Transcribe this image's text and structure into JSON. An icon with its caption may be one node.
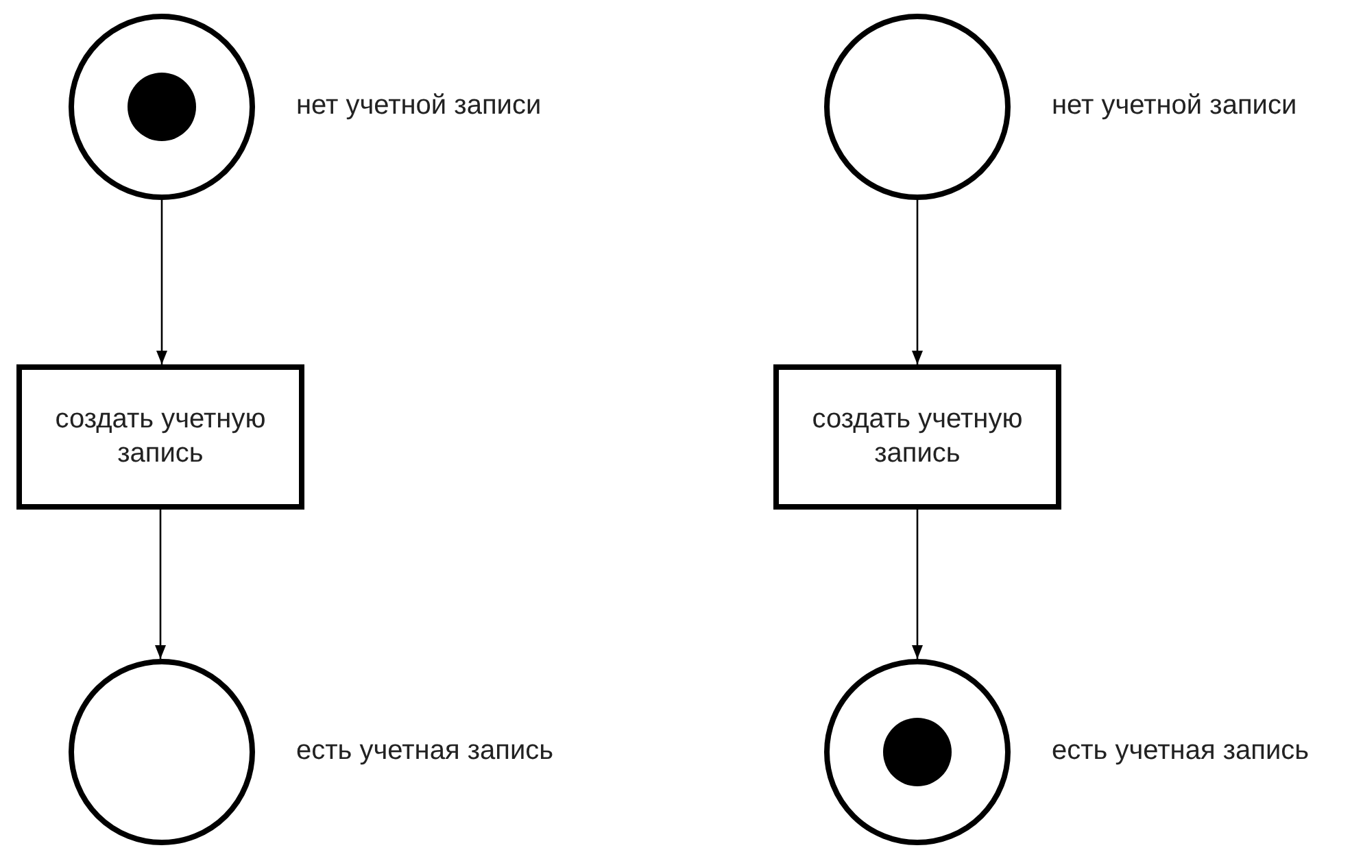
{
  "diagram": {
    "nodes": [
      {
        "text": [],
        "shape": "circle",
        "beside": [
          "нет учетной записи"
        ]
      },
      {
        "text": [],
        "shape": "circle",
        "in": 0
      },
      {
        "text": [
          "создать учетную запись"
        ]
      },
      {
        "text": [],
        "shape": "circle",
        "beside": [
          "есть учетная запись"
        ]
      },
      {
        "text": [],
        "shape": "circle",
        "beside": [
          "нет учетной записи"
        ]
      },
      {
        "text": [
          "создать учетную запись"
        ]
      },
      {
        "text": [],
        "shape": "circle",
        "beside": [
          "есть учетная запись"
        ]
      },
      {
        "text": [],
        "shape": "circle",
        "in": 6
      }
    ],
    "edges": [
      {
        "from": 0,
        "to": 2,
        "arrow": "to"
      },
      {
        "from": 2,
        "to": 3,
        "arrow": "to"
      },
      {
        "from": 4,
        "to": 5,
        "arrow": "to"
      },
      {
        "from": 5,
        "to": 6,
        "arrow": "to"
      }
    ]
  }
}
